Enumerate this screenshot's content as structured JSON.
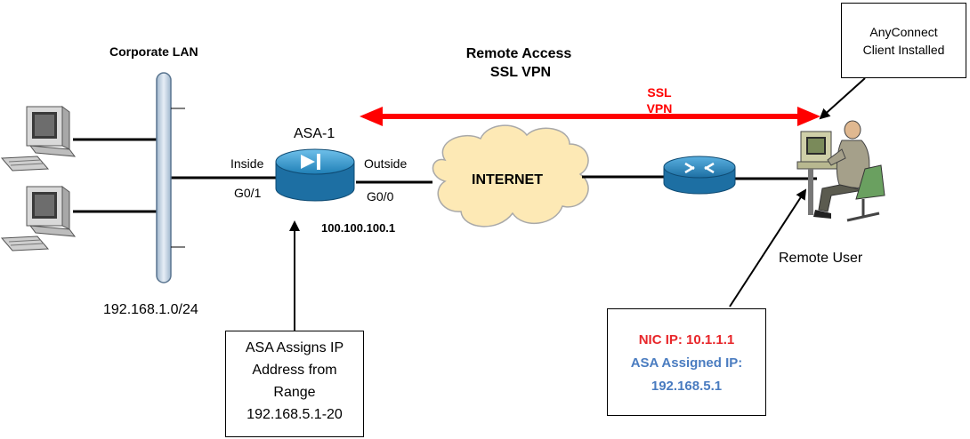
{
  "labels": {
    "corporate_lan": "Corporate LAN",
    "lan_subnet": "192.168.1.0/24",
    "vpn_title_line1": "Remote Access",
    "vpn_title_line2": "SSL VPN",
    "ssl_line1": "SSL",
    "ssl_line2": "VPN",
    "asa_name": "ASA-1",
    "inside": "Inside",
    "inside_port": "G0/1",
    "outside": "Outside",
    "outside_port": "G0/0",
    "asa_ip": "100.100.100.1",
    "internet": "INTERNET",
    "remote_user": "Remote User"
  },
  "callouts": {
    "anyconnect": [
      "AnyConnect",
      "Client Installed"
    ],
    "asa_pool": [
      "ASA Assigns IP",
      "Address from",
      "Range",
      "192.168.5.1-20"
    ],
    "nic_ip": "NIC IP: 10.1.1.1",
    "asa_assigned_label": "ASA Assigned IP:",
    "asa_assigned_ip": "192.168.5.1"
  },
  "colors": {
    "vpn_arrow": "#ff0000",
    "ssl_text": "#ff0000",
    "nic_text": "#e8262a",
    "assigned_text": "#4a7cc0",
    "cloud_fill": "#fde9b5",
    "router_fill": "#2f8ac0",
    "lan_bar": "#c8d8e8"
  },
  "icons": [
    "desktop-pc-icon",
    "asa-firewall-icon",
    "internet-cloud-icon",
    "router-icon",
    "remote-user-icon"
  ]
}
